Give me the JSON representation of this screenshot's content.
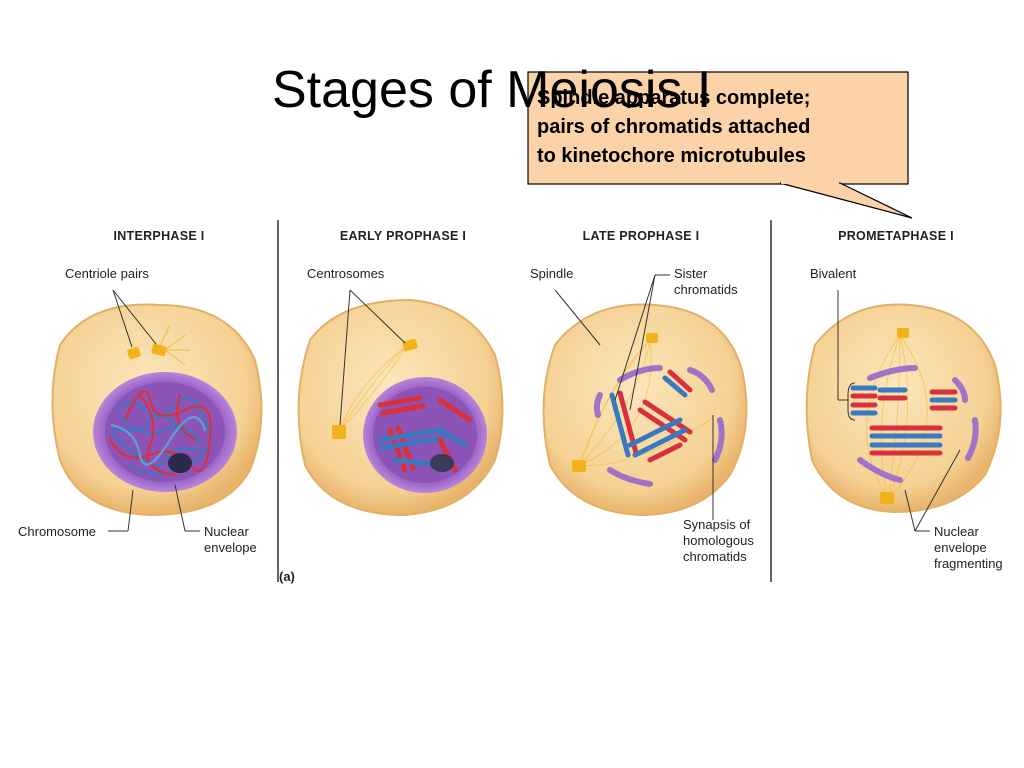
{
  "title": "Stages of Meiosis I",
  "callout": {
    "lines": [
      "Spindle apparatus complete;",
      "pairs of chromatids attached",
      "to kinetochore microtubules"
    ]
  },
  "panel_tag": "(a)",
  "stages": [
    {
      "title": "INTERPHASE I",
      "labels": [
        "Centriole pairs",
        "Chromosome",
        "Nuclear envelope"
      ]
    },
    {
      "title": "EARLY PROPHASE I",
      "labels": [
        "Centrosomes"
      ]
    },
    {
      "title": "LATE PROPHASE I",
      "labels": [
        "Spindle",
        "Sister chromatids",
        "Synapsis of homologous chromatids"
      ]
    },
    {
      "title": "PROMETAPHASE I",
      "labels": [
        "Bivalent",
        "Nuclear envelope fragmenting"
      ]
    }
  ],
  "colors": {
    "cell": "#f7d9a0",
    "cell_edge": "#e2b066",
    "nucleus": "#8a52b8",
    "chromatid_red": "#d9303c",
    "chromatid_blue": "#3a78c0",
    "centriole": "#f2b21a",
    "callout_fill": "#fcd2a8"
  }
}
